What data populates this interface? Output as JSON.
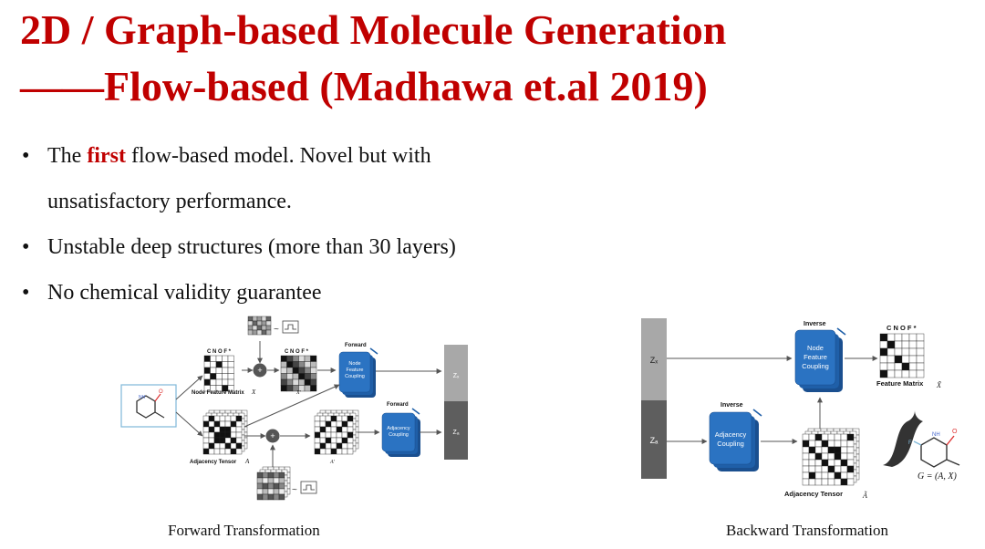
{
  "title": {
    "line1": "2D / Graph-based Molecule Generation",
    "line2": "——Flow-based (Madhawa et.al 2019)"
  },
  "bullets": [
    {
      "pre": "The ",
      "highlight": "first",
      "post": " flow-based model. Novel but with",
      "cont": "unsatisfactory performance."
    },
    {
      "text": "Unstable deep structures (more than 30 layers)"
    },
    {
      "text": "No chemical validity guarantee"
    }
  ],
  "forward": {
    "caption": "Forward Transformation",
    "atom_header_1": "C N O F *",
    "atom_header_2": "C N O F *",
    "node_feature_label": "Node Feature Matrix",
    "node_feature_symbol": "X",
    "x_prime": "X'",
    "adjacency_label": "Adjacency Tensor",
    "adjacency_symbol": "A",
    "a_prime": "A'",
    "forward_label_1": "Forward",
    "forward_label_2": "Forward",
    "node_coupling": [
      "Node",
      "Feature",
      "Coupling"
    ],
    "adj_coupling": [
      "Adjacency",
      "Coupling"
    ],
    "zx": "Zₓ",
    "za": "Zₐ",
    "mol_nh": "NH",
    "mol_o": "O",
    "mol_f": "F",
    "tilde_1": "~",
    "tilde_2": "~",
    "plus_1": "+",
    "plus_2": "+"
  },
  "backward": {
    "caption": "Backward Transformation",
    "zx": "Zₓ",
    "za": "Zₐ",
    "inverse_1": "Inverse",
    "inverse_2": "Inverse",
    "node_coupling": [
      "Node",
      "Feature",
      "Coupling"
    ],
    "adj_coupling": [
      "Adjacency",
      "Coupling"
    ],
    "atom_header": "C N O F *",
    "feature_label": "Feature Matrix",
    "feature_symbol": "X̃",
    "adjacency_label": "Adjacency Tensor",
    "adjacency_symbol": "Ã",
    "graph_label": "G = (A, X)",
    "mol_nh": "NH",
    "mol_o": "O",
    "mol_f": "F"
  },
  "colors": {
    "title": "#c00000",
    "coupling_blue": "#1f5fa8",
    "z_light": "#a8a8a8",
    "z_dark": "#5e5e5e"
  }
}
